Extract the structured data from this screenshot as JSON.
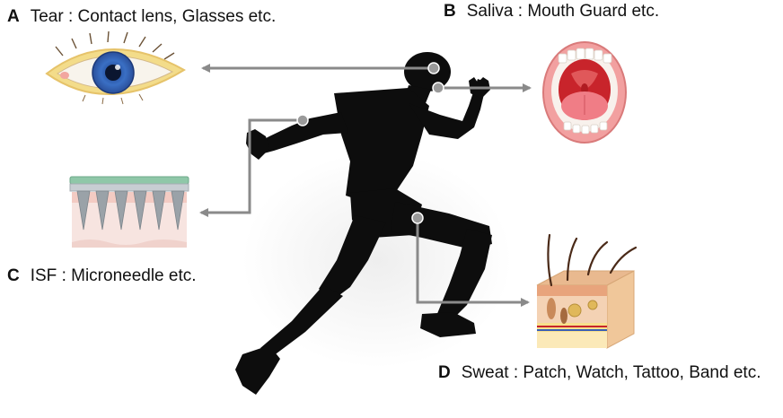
{
  "labels": {
    "a": {
      "letter": "A",
      "text": "Tear : Contact lens, Glasses etc."
    },
    "b": {
      "letter": "B",
      "text": "Saliva : Mouth Guard etc."
    },
    "c": {
      "letter": "C",
      "text": "ISF : Microneedle etc."
    },
    "d": {
      "letter": "D",
      "text": "Sweat : Patch, Watch, Tattoo, Band etc."
    }
  },
  "colors": {
    "silhouette": "#0d0d0d",
    "arrow": "#8a8a8a",
    "iris": "#3a6fc4",
    "sclera_glow": "#f3dc8a",
    "mouth_lip": "#f2a0a0",
    "mouth_inner": "#c8242b",
    "skin_top": "#e9b98f",
    "microneedle": "#9aa2a8",
    "shadow": "#f1f1f1"
  }
}
